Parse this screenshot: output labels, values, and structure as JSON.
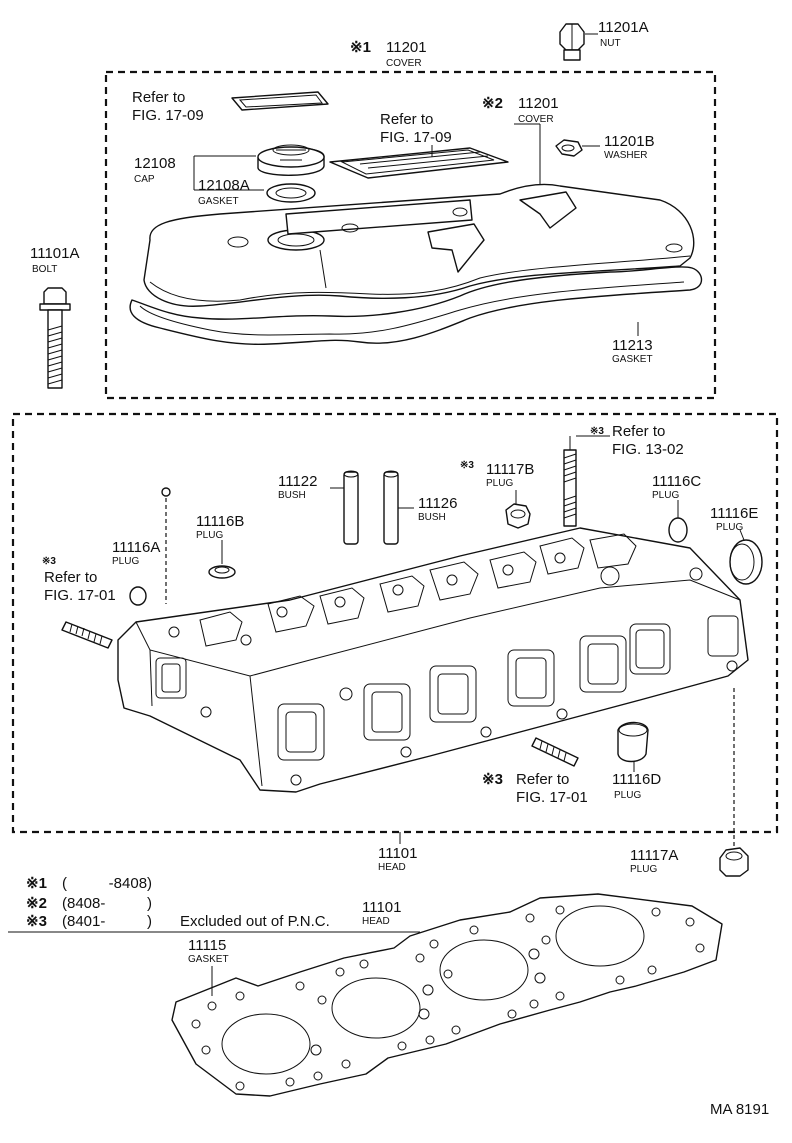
{
  "labels": {
    "cover1_mark": "※1",
    "cover1_num": "11201",
    "cover1_name": "COVER",
    "cover2_mark": "※2",
    "cover2_num": "11201",
    "cover2_name": "COVER",
    "nut_num": "11201A",
    "nut_name": "NUT",
    "washer_num": "11201B",
    "washer_name": "WASHER",
    "ref_1709_a_line1": "Refer to",
    "ref_1709_a_line2": "FIG. 17-09",
    "ref_1709_b_line1": "Refer to",
    "ref_1709_b_line2": "FIG. 17-09",
    "cap_num": "12108",
    "cap_name": "CAP",
    "capgasket_num": "12108A",
    "capgasket_name": "GASKET",
    "bolt_num": "11101A",
    "bolt_name": "BOLT",
    "covergasket_num": "11213",
    "covergasket_name": "GASKET",
    "ref_1302_mark": "※3",
    "ref_1302_line1": "Refer to",
    "ref_1302_line2": "FIG. 13-02",
    "plugB_mark": "※3",
    "plugB_num": "11117B",
    "plugB_name": "PLUG",
    "plugC_num": "11116C",
    "plugC_name": "PLUG",
    "plugE_num": "11116E",
    "plugE_name": "PLUG",
    "bush1_num": "11122",
    "bush1_name": "BUSH",
    "bush2_num": "11126",
    "bush2_name": "BUSH",
    "plug16B_num": "11116B",
    "plug16B_name": "PLUG",
    "plug16A_num": "11116A",
    "plug16A_name": "PLUG",
    "ref_1701_a_mark": "※3",
    "ref_1701_a_line1": "Refer to",
    "ref_1701_a_line2": "FIG. 17-01",
    "ref_1701_b_mark": "※3",
    "ref_1701_b_line1": "Refer to",
    "ref_1701_b_line2": "FIG. 17-01",
    "plugD_num": "11116D",
    "plugD_name": "PLUG",
    "head_num": "11101",
    "head_name": "HEAD",
    "plug17A_num": "11117A",
    "plug17A_name": "PLUG",
    "headgasket_num": "11115",
    "headgasket_name": "GASKET"
  },
  "footnotes": {
    "n1_mark": "※1",
    "n1_range": "(          -8408)",
    "n2_mark": "※2",
    "n2_range": "(8408-          )",
    "n3_mark": "※3",
    "n3_range": "(8401-          )",
    "n3_text": "Excluded out of P.N.C.",
    "n3_num": "11101",
    "n3_name": "HEAD"
  },
  "diagram_id": "MA 8191"
}
